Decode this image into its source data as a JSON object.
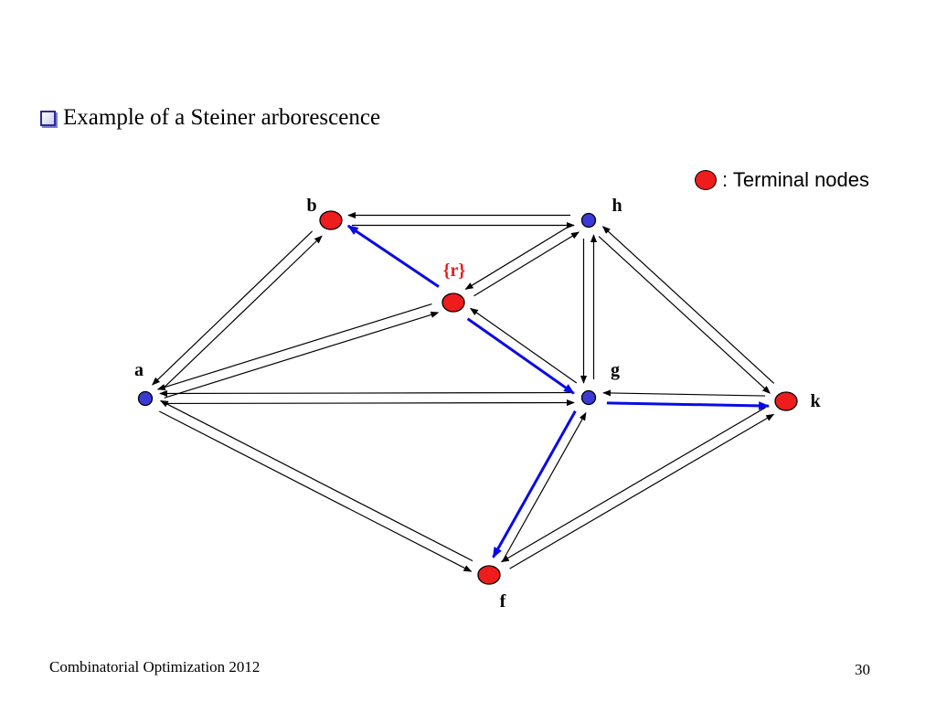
{
  "slide": {
    "title": "Example of a Steiner arborescence",
    "legend_label": ": Terminal nodes",
    "footer_left": "Combinatorial Optimization 2012",
    "page_number": "30"
  },
  "colors": {
    "terminal": "#ee1c1c",
    "steiner": "#3a3ad6",
    "arborescence_edge": "#0a0ae6",
    "edge": "#000000",
    "root_label": "#ee1c1c"
  },
  "nodes": [
    {
      "id": "a",
      "label": "a",
      "terminal": false
    },
    {
      "id": "b",
      "label": "b",
      "terminal": true
    },
    {
      "id": "h",
      "label": "h",
      "terminal": false
    },
    {
      "id": "r",
      "label": "{r}",
      "terminal": true,
      "root": true
    },
    {
      "id": "g",
      "label": "g",
      "terminal": false
    },
    {
      "id": "k",
      "label": "k",
      "terminal": true
    },
    {
      "id": "f",
      "label": "f",
      "terminal": true
    }
  ],
  "arcs": [
    {
      "from": "b",
      "to": "h",
      "highlight": false
    },
    {
      "from": "h",
      "to": "b",
      "highlight": false
    },
    {
      "from": "a",
      "to": "b",
      "highlight": false
    },
    {
      "from": "b",
      "to": "a",
      "highlight": false
    },
    {
      "from": "r",
      "to": "b",
      "highlight": true
    },
    {
      "from": "r",
      "to": "h",
      "highlight": false
    },
    {
      "from": "h",
      "to": "r",
      "highlight": false
    },
    {
      "from": "r",
      "to": "a",
      "highlight": false
    },
    {
      "from": "a",
      "to": "r",
      "highlight": false
    },
    {
      "from": "r",
      "to": "g",
      "highlight": true
    },
    {
      "from": "g",
      "to": "r",
      "highlight": false
    },
    {
      "from": "h",
      "to": "g",
      "highlight": false
    },
    {
      "from": "g",
      "to": "h",
      "highlight": false
    },
    {
      "from": "h",
      "to": "k",
      "highlight": false
    },
    {
      "from": "k",
      "to": "h",
      "highlight": false
    },
    {
      "from": "a",
      "to": "g",
      "highlight": false
    },
    {
      "from": "g",
      "to": "a",
      "highlight": false
    },
    {
      "from": "g",
      "to": "k",
      "highlight": true
    },
    {
      "from": "k",
      "to": "g",
      "highlight": false
    },
    {
      "from": "g",
      "to": "f",
      "highlight": true
    },
    {
      "from": "f",
      "to": "g",
      "highlight": false
    },
    {
      "from": "a",
      "to": "f",
      "highlight": false
    },
    {
      "from": "f",
      "to": "a",
      "highlight": false
    },
    {
      "from": "f",
      "to": "k",
      "highlight": false
    },
    {
      "from": "k",
      "to": "f",
      "highlight": false
    }
  ]
}
